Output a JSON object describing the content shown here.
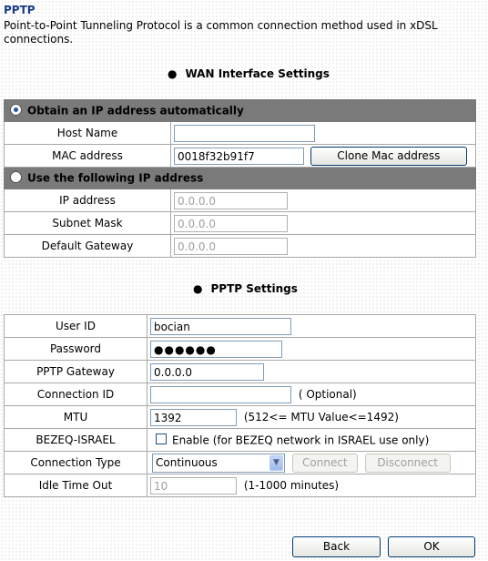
{
  "page": {
    "title": "PPTP",
    "description": "Point-to-Point Tunneling Protocol is a common connection method used in xDSL connections."
  },
  "wan": {
    "heading": "WAN Interface Settings",
    "obtain_auto_label": "Obtain an IP address automatically",
    "obtain_auto_selected": true,
    "host_name_label": "Host Name",
    "host_name_value": "",
    "mac_label": "MAC address",
    "mac_value": "0018f32b91f7",
    "clone_mac_button": "Clone Mac address",
    "use_following_label": "Use the following IP address",
    "use_following_selected": false,
    "ip_label": "IP address",
    "ip_value": "0.0.0.0",
    "subnet_label": "Subnet Mask",
    "subnet_value": "0.0.0.0",
    "gateway_label": "Default Gateway",
    "gateway_value": "0.0.0.0"
  },
  "pptp": {
    "heading": "PPTP Settings",
    "user_id_label": "User ID",
    "user_id_value": "bocian",
    "password_label": "Password",
    "password_value": "●●●●●●",
    "gateway_label": "PPTP Gateway",
    "gateway_value": "0.0.0.0",
    "connection_id_label": "Connection ID",
    "connection_id_value": "",
    "connection_id_note": "( Optional)",
    "mtu_label": "MTU",
    "mtu_value": "1392",
    "mtu_note": "(512<= MTU Value<=1492)",
    "bezeq_label": "BEZEQ-ISRAEL",
    "bezeq_checked": false,
    "bezeq_text": "Enable (for BEZEQ network in ISRAEL use only)",
    "connection_type_label": "Connection Type",
    "connection_type_value": "Continuous",
    "connect_button": "Connect",
    "disconnect_button": "Disconnect",
    "idle_label": "Idle Time Out",
    "idle_value": "10",
    "idle_note": "(1-1000 minutes)"
  },
  "footer": {
    "back_button": "Back",
    "ok_button": "OK"
  }
}
